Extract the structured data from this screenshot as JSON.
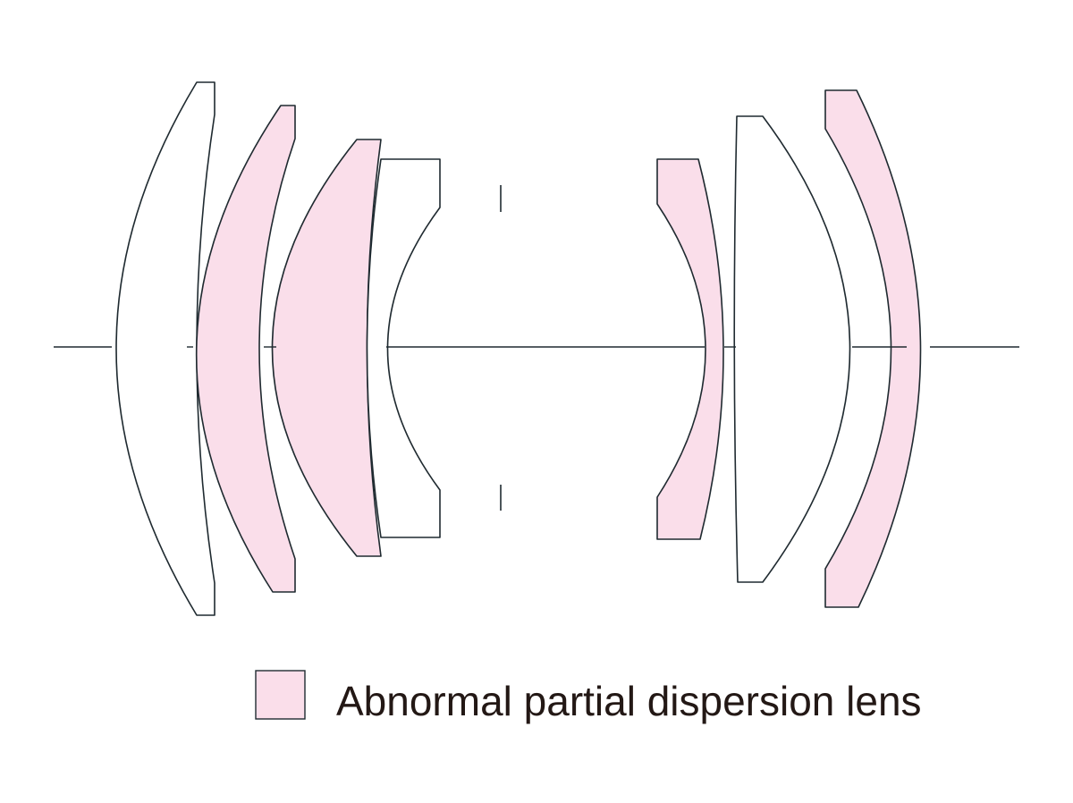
{
  "colors": {
    "special_lens_fill": "#fadeea",
    "normal_lens_fill": "#ffffff",
    "outline": "#1f2a30"
  },
  "legend": {
    "label": "Abnormal partial dispersion lens"
  },
  "lens_elements": [
    {
      "id": "element-1",
      "type": "normal"
    },
    {
      "id": "element-2",
      "type": "abnormal-partial-dispersion"
    },
    {
      "id": "element-3",
      "type": "abnormal-partial-dispersion"
    },
    {
      "id": "element-4",
      "type": "normal"
    },
    {
      "id": "element-5",
      "type": "abnormal-partial-dispersion"
    },
    {
      "id": "element-6",
      "type": "normal"
    },
    {
      "id": "element-7",
      "type": "abnormal-partial-dispersion"
    }
  ]
}
